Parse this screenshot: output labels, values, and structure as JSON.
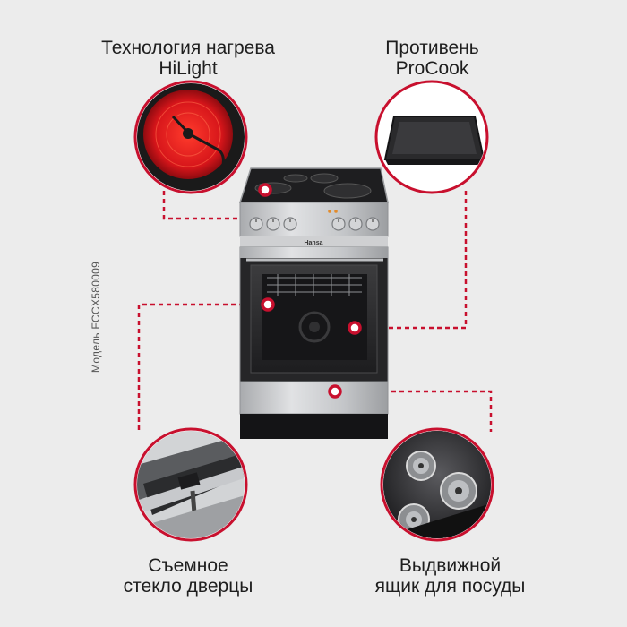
{
  "features": {
    "hilight": {
      "line1": "Технология нагрева",
      "line2": "HiLight"
    },
    "procook": {
      "line1": "Противень",
      "line2": "ProCook"
    },
    "glass": {
      "line1": "Съемное",
      "line2": "стекло дверцы"
    },
    "drawer": {
      "line1": "Выдвижной",
      "line2": "ящик для посуды"
    }
  },
  "model_label": "Модель FCCX580009",
  "brand": "Hansa",
  "colors": {
    "accent": "#c8102e",
    "background": "#ececec"
  }
}
